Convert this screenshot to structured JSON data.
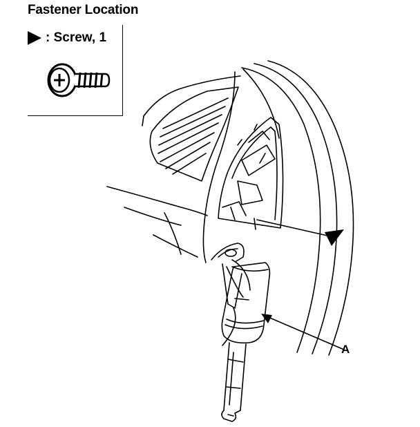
{
  "title": "Fastener Location",
  "legend": {
    "marker_icon": "filled-triangle-icon",
    "label": ": Screw, 1"
  },
  "callouts": {
    "a": "A"
  }
}
